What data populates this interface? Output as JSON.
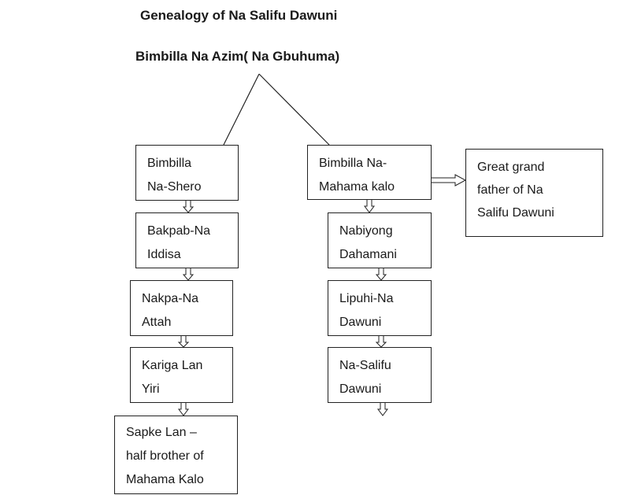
{
  "title": "Genealogy of Na Salifu Dawuni",
  "root": "Bimbilla Na Azim( Na Gbuhuma)",
  "left_branch": [
    "Bimbilla\nNa-Shero",
    "Bakpab-Na\nIddisa",
    "Nakpa-Na\nAttah",
    "Kariga Lan\nYiri",
    "Sapke Lan –\nhalf brother of\nMahama Kalo"
  ],
  "right_branch": [
    "Bimbilla Na-\nMahama kalo",
    "Nabiyong\nDahamani",
    "Lipuhi-Na\nDawuni",
    "Na-Salifu\nDawuni"
  ],
  "side_note": "Great grand\nfather of Na\nSalifu Dawuni"
}
